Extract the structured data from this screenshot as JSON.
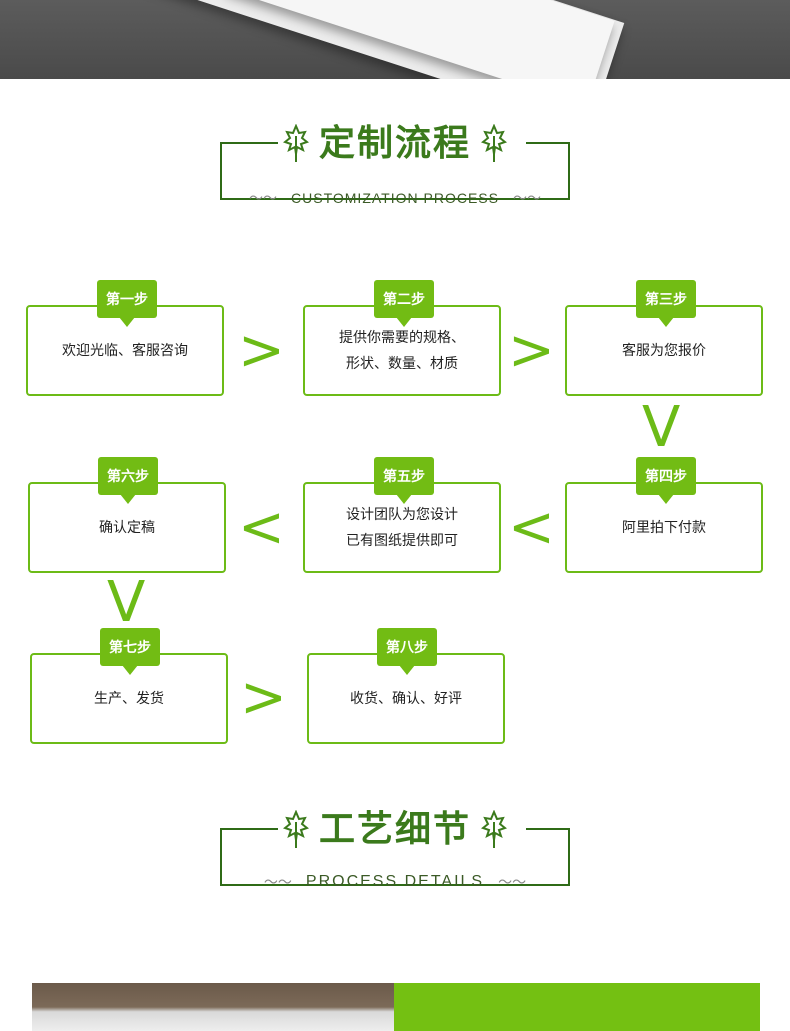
{
  "section1": {
    "title": "定制流程",
    "subtitle": "CUSTOMIZATION PROCESS",
    "wave": "〜〜"
  },
  "section2": {
    "title": "工艺细节",
    "subtitle": "PROCESS DETAILS",
    "wave": "〜〜"
  },
  "steps": [
    {
      "label": "第一步",
      "lines": [
        "欢迎光临、客服咨询"
      ]
    },
    {
      "label": "第二步",
      "lines": [
        "提供你需要的规格、",
        "形状、数量、材质"
      ]
    },
    {
      "label": "第三步",
      "lines": [
        "客服为您报价"
      ]
    },
    {
      "label": "第四步",
      "lines": [
        "阿里拍下付款"
      ]
    },
    {
      "label": "第五步",
      "lines": [
        "设计团队为您设计",
        "已有图纸提供即可"
      ]
    },
    {
      "label": "第六步",
      "lines": [
        "确认定稿"
      ]
    },
    {
      "label": "第七步",
      "lines": [
        "生产、发货"
      ]
    },
    {
      "label": "第八步",
      "lines": [
        "收货、确认、好评"
      ]
    }
  ],
  "arrows": {
    "right": ">",
    "left": "<",
    "down": "V"
  },
  "colors": {
    "accent": "#6cbb17",
    "title_green": "#3b7a1c",
    "frame": "#2f6b17"
  },
  "icons": [
    "leaf-icon"
  ]
}
